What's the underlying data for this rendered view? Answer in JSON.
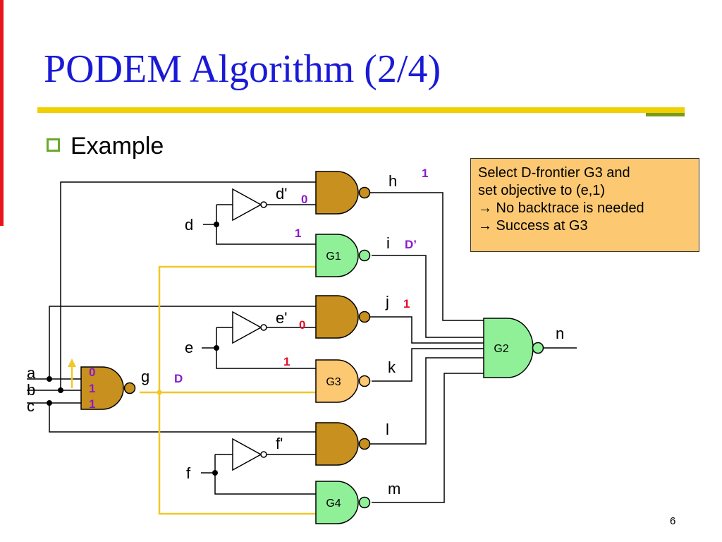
{
  "slide": {
    "title": "PODEM Algorithm (2/4)",
    "bullet": "Example",
    "page_number": "6"
  },
  "callout": {
    "lines": [
      "Select D-frontier G3 and",
      "set objective to (e,1)",
      "→ No backtrace is needed",
      "→ Success at G3"
    ]
  },
  "circuit": {
    "inputs": {
      "a": "a",
      "b": "b",
      "c": "c",
      "d": "d",
      "e": "e",
      "f": "f"
    },
    "inverter_outputs": {
      "d": "d'",
      "e": "e'",
      "f": "f'"
    },
    "signals": {
      "g": "g",
      "h": "h",
      "i": "i",
      "j": "j",
      "k": "k",
      "l": "l",
      "m": "m",
      "n": "n"
    },
    "gates": {
      "g1": "G1",
      "g2": "G2",
      "g3": "G3",
      "g4": "G4"
    },
    "values": {
      "a": "0",
      "b": "1",
      "c": "1",
      "g": "D",
      "d_prime": "0",
      "d_lower": "1",
      "h": "1",
      "i": "D’",
      "j": "1",
      "e_prime": "0",
      "e_lower": "1"
    }
  },
  "colors": {
    "title": "#1a1ad6",
    "nand_fill": "#c8901e",
    "frontier_gate_fill": "#8ff098",
    "selected_gate_fill": "#fcc872",
    "fault_path": "#f0c828",
    "value_purple": "#8b1ac8",
    "value_red": "#e0102a",
    "arrow": "#f0c828"
  }
}
